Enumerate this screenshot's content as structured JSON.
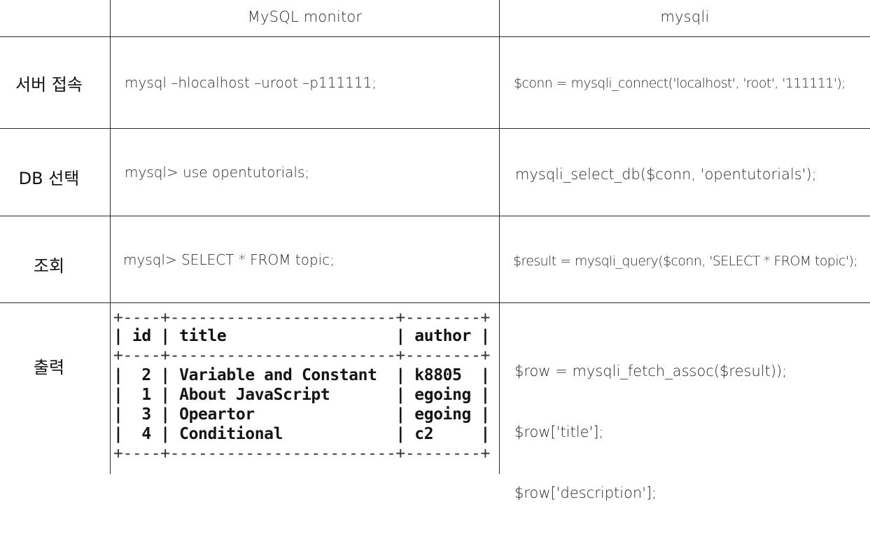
{
  "headers": {
    "col1": "",
    "col2": "MySQL monitor",
    "col3": "mysqli"
  },
  "rows": [
    {
      "label": "서버 접속",
      "monitor": "mysql –hlocalhost –uroot –p111111;",
      "mysqli": "$conn = mysqli_connect('localhost', 'root', '111111');"
    },
    {
      "label": "DB 선택",
      "monitor": "mysql> use opentutorials;",
      "mysqli": "mysqli_select_db($conn, 'opentutorials');"
    },
    {
      "label": "조회",
      "monitor": "mysql> SELECT * FROM topic;",
      "mysqli": "$result = mysqli_query($conn, 'SELECT * FROM topic');"
    },
    {
      "label": "출력",
      "mysqli_lines": [
        "$row = mysqli_fetch_assoc($result));",
        "$row['title'];",
        "$row['description'];"
      ]
    }
  ],
  "terminal": {
    "border": "+----+------------------------+--------+",
    "header": "| id | title                  | author |",
    "rows": [
      "|  2 | Variable and Constant  | k8805  |",
      "|  1 | About JavaScript       | egoing |",
      "|  3 | Opeartor               | egoing |",
      "|  4 | Conditional            | c2     |"
    ]
  }
}
